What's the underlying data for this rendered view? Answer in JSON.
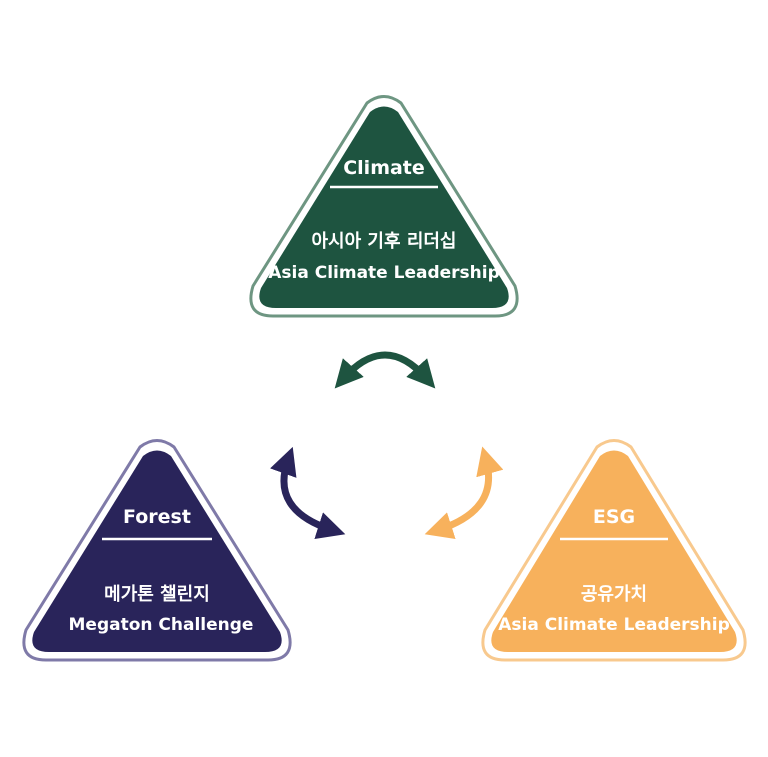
{
  "nodes": [
    {
      "title": "Climate",
      "line1": "아시아 기후 리더십",
      "line2": "Asia Climate Leadership",
      "fill": "#1e5440",
      "outline": "#6e9682"
    },
    {
      "title": "Forest",
      "line1": "메가톤 챌린지",
      "line2": "Megaton Challenge",
      "fill": "#29245a",
      "outline": "#7f7aa8"
    },
    {
      "title": "ESG",
      "line1": "공유가치",
      "line2": "Asia Climate Leadership",
      "fill": "#f7b15c",
      "outline": "#f8c98e"
    }
  ],
  "arrows": {
    "top": {
      "icon": "double-arrow-icon",
      "color": "#1e5440"
    },
    "left": {
      "icon": "double-arrow-icon",
      "color": "#29245a"
    },
    "right": {
      "icon": "double-arrow-icon",
      "color": "#f7b15c"
    }
  },
  "text_color": "#ffffff"
}
